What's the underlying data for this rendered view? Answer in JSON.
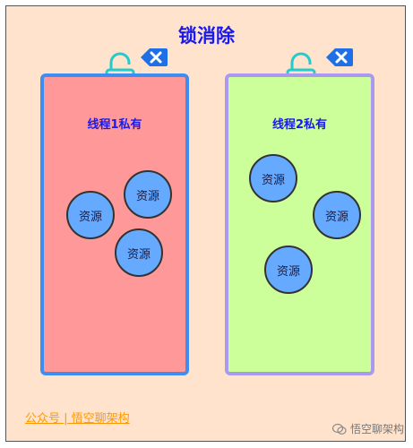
{
  "title": "锁消除",
  "threads": [
    {
      "label": "线程1私有",
      "resources": [
        "资源",
        "资源",
        "资源"
      ]
    },
    {
      "label": "线程2私有",
      "resources": [
        "资源",
        "资源",
        "资源"
      ]
    }
  ],
  "footer": "公众号 | 悟空聊架构",
  "watermark": "悟空聊架构",
  "colors": {
    "background": "#ffe3cc",
    "thread1_fill": "#ff9999",
    "thread1_border": "#3d8ef0",
    "thread2_fill": "#ccff99",
    "thread2_border": "#a99af0",
    "resource": "#66aaff",
    "lock": "#22cccc",
    "title": "#1a1aee",
    "footer": "#ff9900"
  },
  "icons": [
    "unlocked-lock-icon",
    "x-badge-icon",
    "wechat-icon"
  ]
}
